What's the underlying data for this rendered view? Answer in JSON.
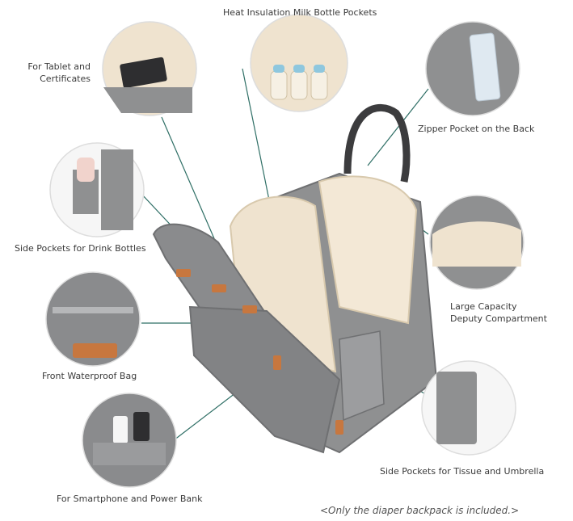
{
  "labels": {
    "milk_pockets": "Heat Insulation Milk Bottle Pockets",
    "tablet_line1": "For Tablet and",
    "tablet_line2": "Certificates",
    "zipper_back": "Zipper Pocket on the Back",
    "drink_bottles": "Side Pockets for Drink Bottles",
    "large_line1": "Large Capacity",
    "large_line2": "Deputy Compartment",
    "front_bag": "Front Waterproof Bag",
    "tissue_umbrella": "Side Pockets for Tissue and Umbrella",
    "smartphone": "For Smartphone and Power Bank"
  },
  "note": "<Only the diaper backpack is included.>",
  "colors": {
    "fabric": "#8f9091",
    "fabric_dark": "#6f7072",
    "lining": "#efe3cf",
    "leather": "#c7773f",
    "leader_line": "#2f6f66"
  }
}
